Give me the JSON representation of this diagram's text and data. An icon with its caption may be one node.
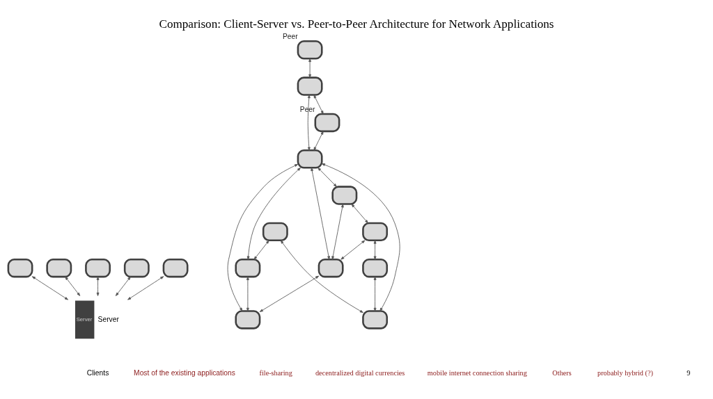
{
  "diagram": {
    "title": "Comparison: Client-Server vs. Peer-to-Peer Architecture for Network Applications",
    "nodes": [
      {
        "text": [],
        "shape": "monitor"
      },
      {
        "text": [],
        "shape": "monitor"
      },
      {
        "text": [],
        "shape": "monitor"
      },
      {
        "text": [
          "Server"
        ],
        "beside": [
          "Server"
        ]
      },
      {
        "text": [],
        "shape": "monitor"
      },
      {
        "text": [],
        "shape": "monitor"
      },
      {
        "text": [],
        "shape": "monitor"
      },
      {
        "text": [],
        "shape": "monitor",
        "beside": [
          "Peer"
        ]
      },
      {
        "text": [],
        "shape": "monitor"
      },
      {
        "text": [],
        "shape": "monitor"
      },
      {
        "text": [],
        "shape": "monitor"
      },
      {
        "text": [],
        "shape": "monitor"
      },
      {
        "text": [],
        "shape": "monitor"
      },
      {
        "text": [],
        "shape": "monitor",
        "beside": [
          "Peer"
        ]
      },
      {
        "text": [],
        "shape": "monitor"
      },
      {
        "text": [],
        "shape": "monitor"
      },
      {
        "text": [],
        "shape": "monitor"
      },
      {
        "text": [],
        "shape": "monitor"
      }
    ],
    "edges": [
      {
        "from": 0,
        "to": 3,
        "arrow": "both"
      },
      {
        "from": 1,
        "to": 3,
        "arrow": "both"
      },
      {
        "from": 2,
        "to": 3,
        "arrow": "both"
      },
      {
        "from": 4,
        "to": 3,
        "arrow": "both"
      },
      {
        "from": 5,
        "to": 3,
        "arrow": "both"
      },
      {
        "from": 7,
        "to": 10,
        "arrow": "both"
      },
      {
        "from": 10,
        "to": 13,
        "arrow": "both"
      },
      {
        "from": 10,
        "to": 9,
        "arrow": "both"
      },
      {
        "from": 13,
        "to": 9,
        "arrow": "both"
      },
      {
        "from": 9,
        "to": 6,
        "arrow": "both"
      },
      {
        "from": 6,
        "to": 8,
        "arrow": "both"
      },
      {
        "from": 6,
        "to": 11,
        "arrow": "both"
      },
      {
        "from": 8,
        "to": 11,
        "arrow": "both"
      },
      {
        "from": 9,
        "to": 11,
        "arrow": "both"
      },
      {
        "from": 8,
        "to": 12,
        "arrow": "both"
      },
      {
        "from": 12,
        "to": 15,
        "arrow": "both"
      },
      {
        "from": 9,
        "to": 16,
        "arrow": "both"
      },
      {
        "from": 9,
        "to": 17,
        "arrow": "both"
      },
      {
        "from": 9,
        "to": 15,
        "arrow": "both"
      },
      {
        "from": 14,
        "to": 15,
        "arrow": "both"
      },
      {
        "from": 14,
        "to": 16,
        "arrow": "both"
      },
      {
        "from": 16,
        "to": 17,
        "arrow": "both"
      },
      {
        "from": 11,
        "to": 17,
        "arrow": "both"
      }
    ],
    "labels": [
      "Clients",
      "Most of the existing applications",
      "file-sharing",
      "decentralized digital currencies",
      "mobile internet connection sharing",
      "Others",
      "probably hybrid (?)",
      "9"
    ]
  }
}
